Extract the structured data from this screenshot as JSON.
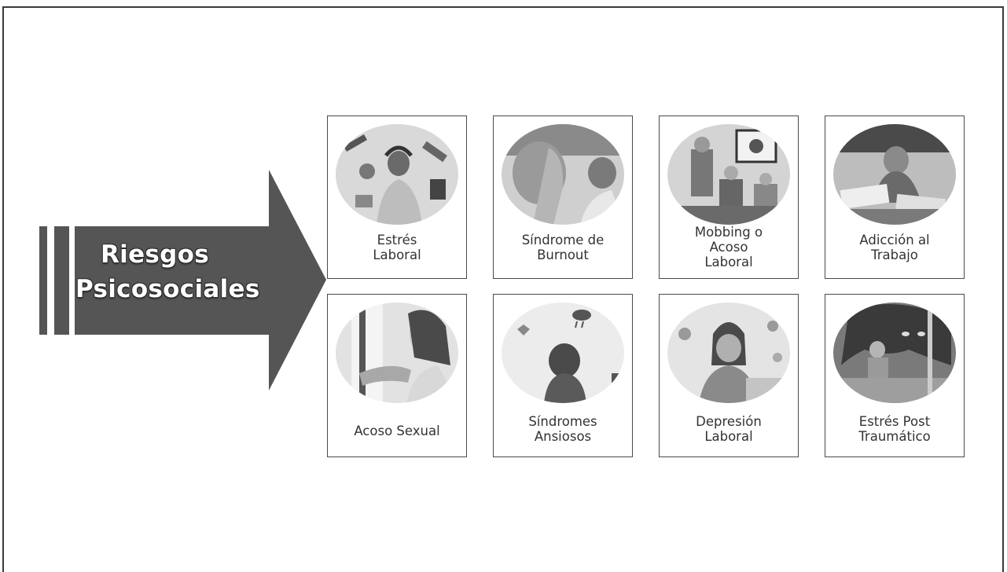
{
  "title": {
    "line1": "Riesgos",
    "line2": "Psicosociales"
  },
  "cards": [
    {
      "label": "Estrés\nLaboral",
      "icon": "stress-illustration"
    },
    {
      "label": "Síndrome de\nBurnout",
      "icon": "burnout-illustration"
    },
    {
      "label": "Mobbing o\nAcoso\nLaboral",
      "icon": "mobbing-illustration"
    },
    {
      "label": "Adicción al\nTrabajo",
      "icon": "workaholic-illustration"
    },
    {
      "label": "Acoso Sexual",
      "icon": "harassment-illustration"
    },
    {
      "label": "Síndromes\nAnsiosos",
      "icon": "anxiety-illustration"
    },
    {
      "label": "Depresión\nLaboral",
      "icon": "depression-illustration"
    },
    {
      "label": "Estrés Post\nTraumático",
      "icon": "ptsd-illustration"
    }
  ],
  "colors": {
    "arrow": "#555555",
    "arrow_dark": "#4a4a4a",
    "frame": "#3a3a3a"
  }
}
